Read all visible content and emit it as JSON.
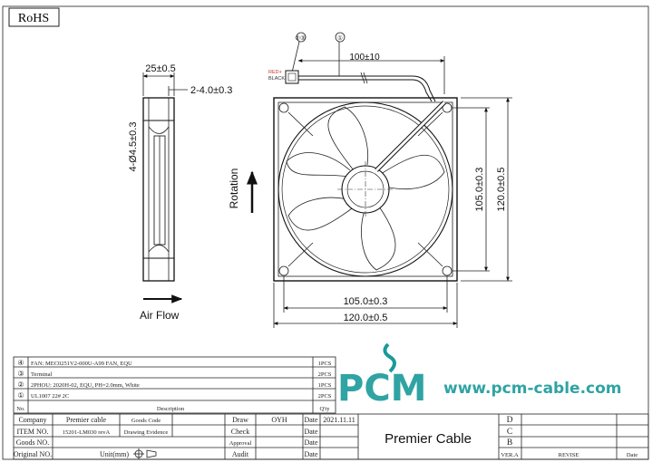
{
  "badge": "RoHS",
  "callouts": {
    "c23": "②③",
    "c1": "①"
  },
  "dims": {
    "cable_length": "100±10",
    "thickness": "25±0.5",
    "flange": "2-4.0±0.3",
    "holes": "4-Ø4.5±0.3",
    "hole_spacing_h": "105.0±0.3",
    "size_h": "120.0±0.5",
    "hole_spacing_v": "105.0±0.3",
    "size_v": "120.0±0.5"
  },
  "wire_labels": {
    "red": "RED+",
    "black": "BLACK-"
  },
  "labels": {
    "rotation": "Rotation",
    "airflow": "Air Flow"
  },
  "bom": [
    {
      "no": "④",
      "desc": "FAN: MEC0251V2-000U-A99 FAN, EQU",
      "qty": "1PCS"
    },
    {
      "no": "③",
      "desc": "Terminal",
      "qty": "2PCS"
    },
    {
      "no": "②",
      "desc": "2PHOU: 2020H-02, EQU, PH=2.0mm, White",
      "qty": "1PCS"
    },
    {
      "no": "①",
      "desc": "UL1007 22# 2C",
      "qty": "2PCS"
    }
  ],
  "bom_header": {
    "no": "No.",
    "desc": "Description",
    "qty": "Q'ty"
  },
  "logo": {
    "brand": "PCM",
    "url": "www.pcm-cable.com"
  },
  "titleblock": {
    "company_label": "Company",
    "company_value": "Premier cable",
    "goods_code_label": "Goods Code",
    "item_label": "ITEM NO.",
    "item_value": "15201-LM030 revA",
    "drawing_label": "Drawing Evidence",
    "goods_label": "Goods NO.",
    "original_label": "Original NO.",
    "unit_label": "Unit(mm)",
    "draw_label": "Draw",
    "draw_value": "OYH",
    "date_label": "Date",
    "date_value": "2021.11.11",
    "check_label": "Check",
    "approval_label": "Approval",
    "audit_label": "Audit",
    "company_big": "Premier Cable",
    "rev_d": "D",
    "rev_c": "C",
    "rev_b": "B",
    "ver_label": "VER.A",
    "revise_label": "REVISE",
    "date2_label": "Date"
  }
}
